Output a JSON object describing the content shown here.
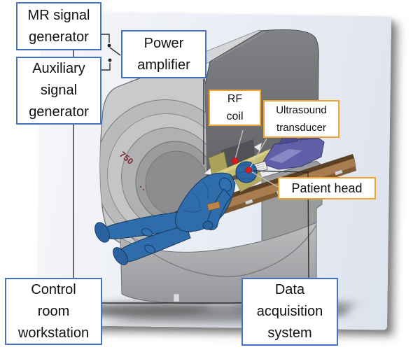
{
  "figure": {
    "type": "labeled-diagram",
    "scanner_model_label": "750",
    "boxes": {
      "mr_signal_generator": "MR signal\ngenerator",
      "auxiliary_signal_generator": "Auxiliary\nsignal\ngenerator",
      "power_amplifier": "Power\namplifier",
      "rf_coil": "RF\ncoil",
      "ultrasound_transducer": "Ultrasound\ntransducer",
      "patient_head": "Patient head",
      "control_room_workstation": "Control\nroom\nworkstation",
      "data_acquisition_system": "Data\nacquisition\nsystem"
    },
    "colors": {
      "box_border_blue": "#4472C4",
      "box_border_orange": "#F0A32F",
      "marker_red": "#E11818",
      "patient_blue": "#2E6CAB",
      "rf_coil_olive": "#C6BE72",
      "transducer_purple": "#605FA8",
      "table_brown": "#A87C4E",
      "scanner_gray": "#C9CACC",
      "scanner_dark_gray": "#5C5D60",
      "model_text_maroon": "#7B2429"
    }
  }
}
